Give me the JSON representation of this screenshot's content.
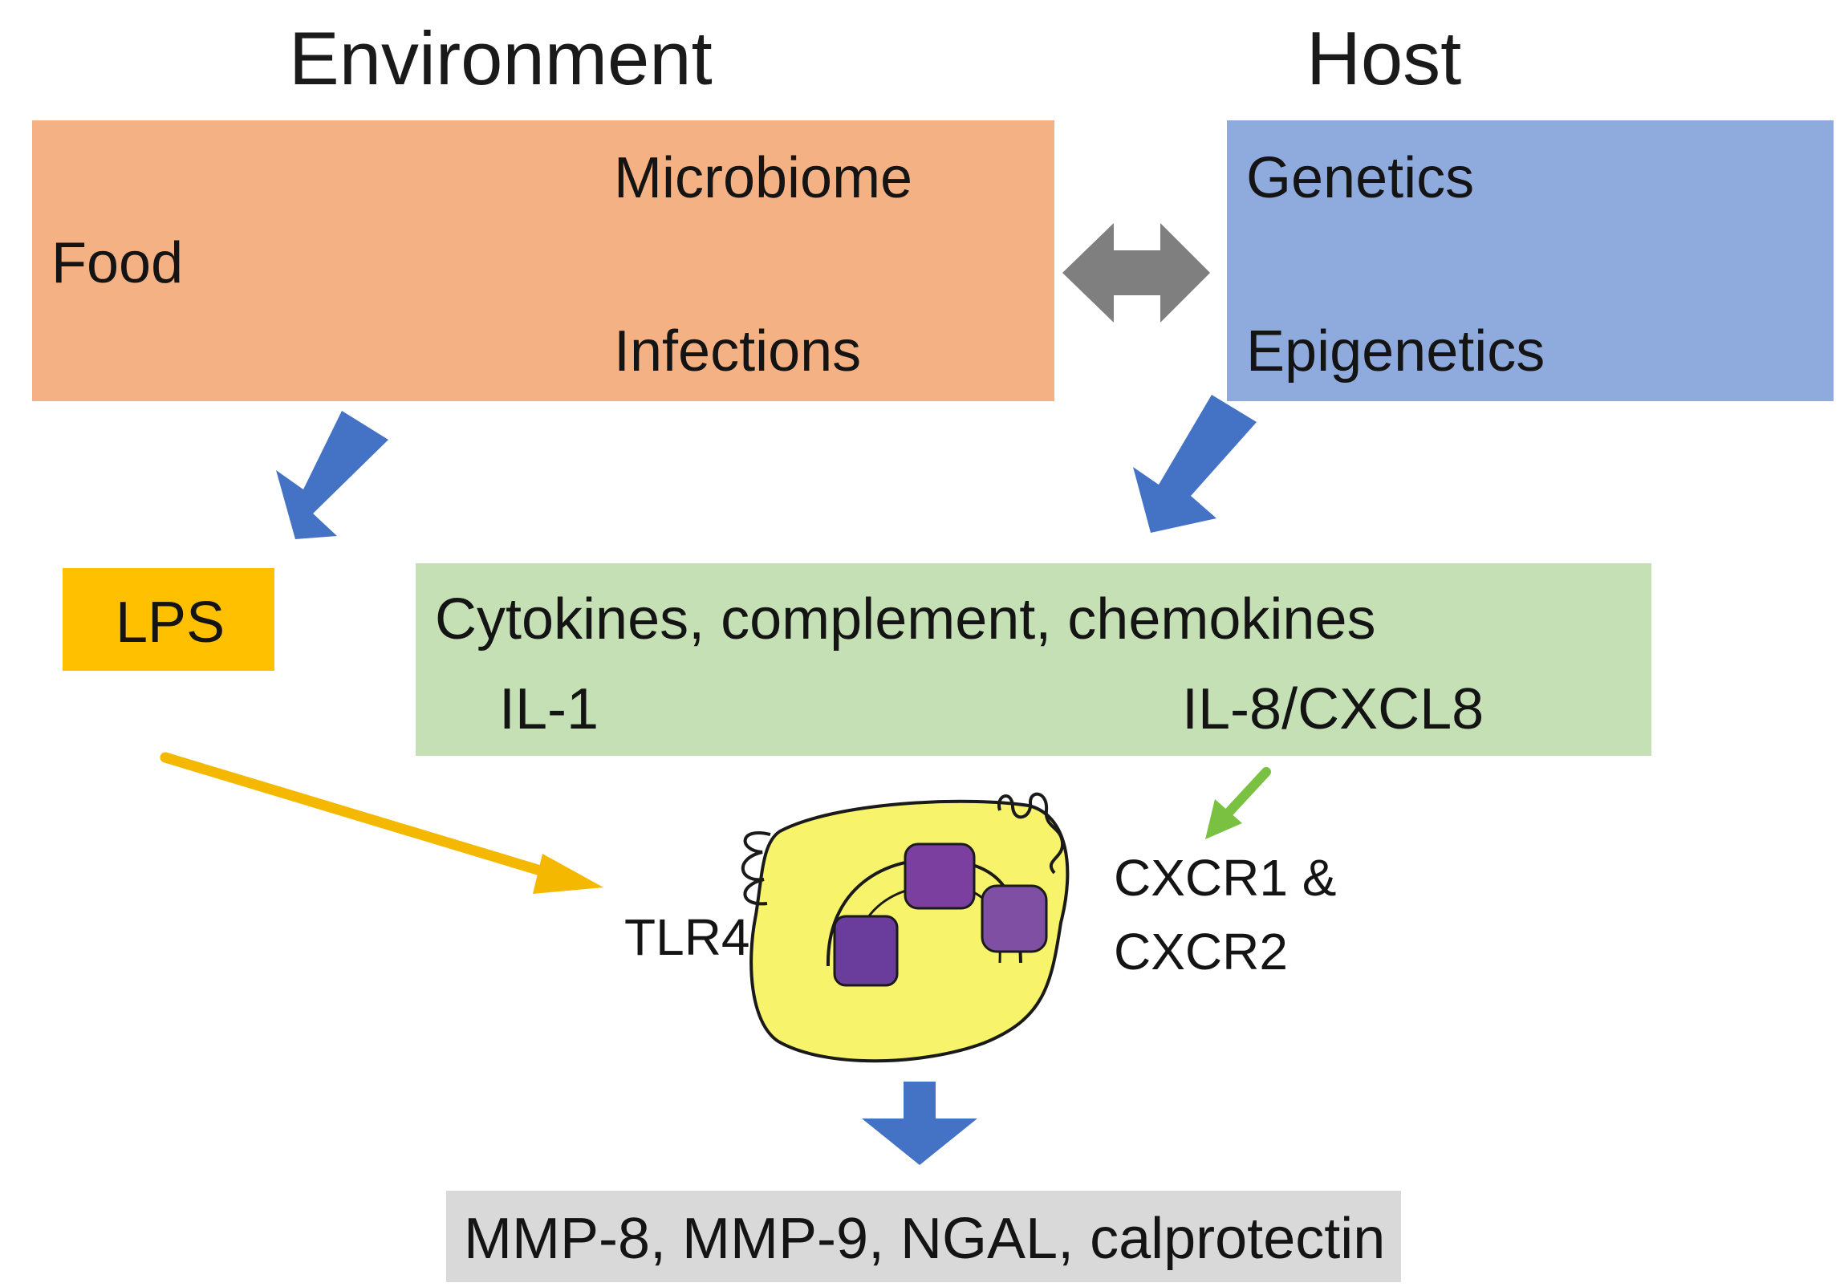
{
  "headings": {
    "environment": "Environment",
    "host": "Host"
  },
  "environment_box": {
    "food": "Food",
    "microbiome": "Microbiome",
    "infections": "Infections",
    "color": "#F4B183"
  },
  "host_box": {
    "genetics": "Genetics",
    "epigenetics": "Epigenetics",
    "color": "#8FAADC"
  },
  "lps_box": {
    "label": "LPS",
    "color": "#FFC000"
  },
  "mediators_box": {
    "title": "Cytokines, complement, chemokines",
    "il1": "IL-1",
    "il8": "IL-8/CXCL8",
    "color": "#C5E0B4"
  },
  "cell": {
    "tlr4": "TLR4",
    "cxcr1": "CXCR1 &",
    "cxcr2": "CXCR2",
    "fill": "#F7F36A",
    "granule_color": "#7B3FA0"
  },
  "output_box": {
    "label": "MMP-8, MMP-9, NGAL, calprotectin",
    "color": "#D9D9D9"
  },
  "arrows": {
    "blue": "#4472C4",
    "gray": "#7F7F7F",
    "orange": "#F5B800",
    "green": "#7AC142"
  }
}
